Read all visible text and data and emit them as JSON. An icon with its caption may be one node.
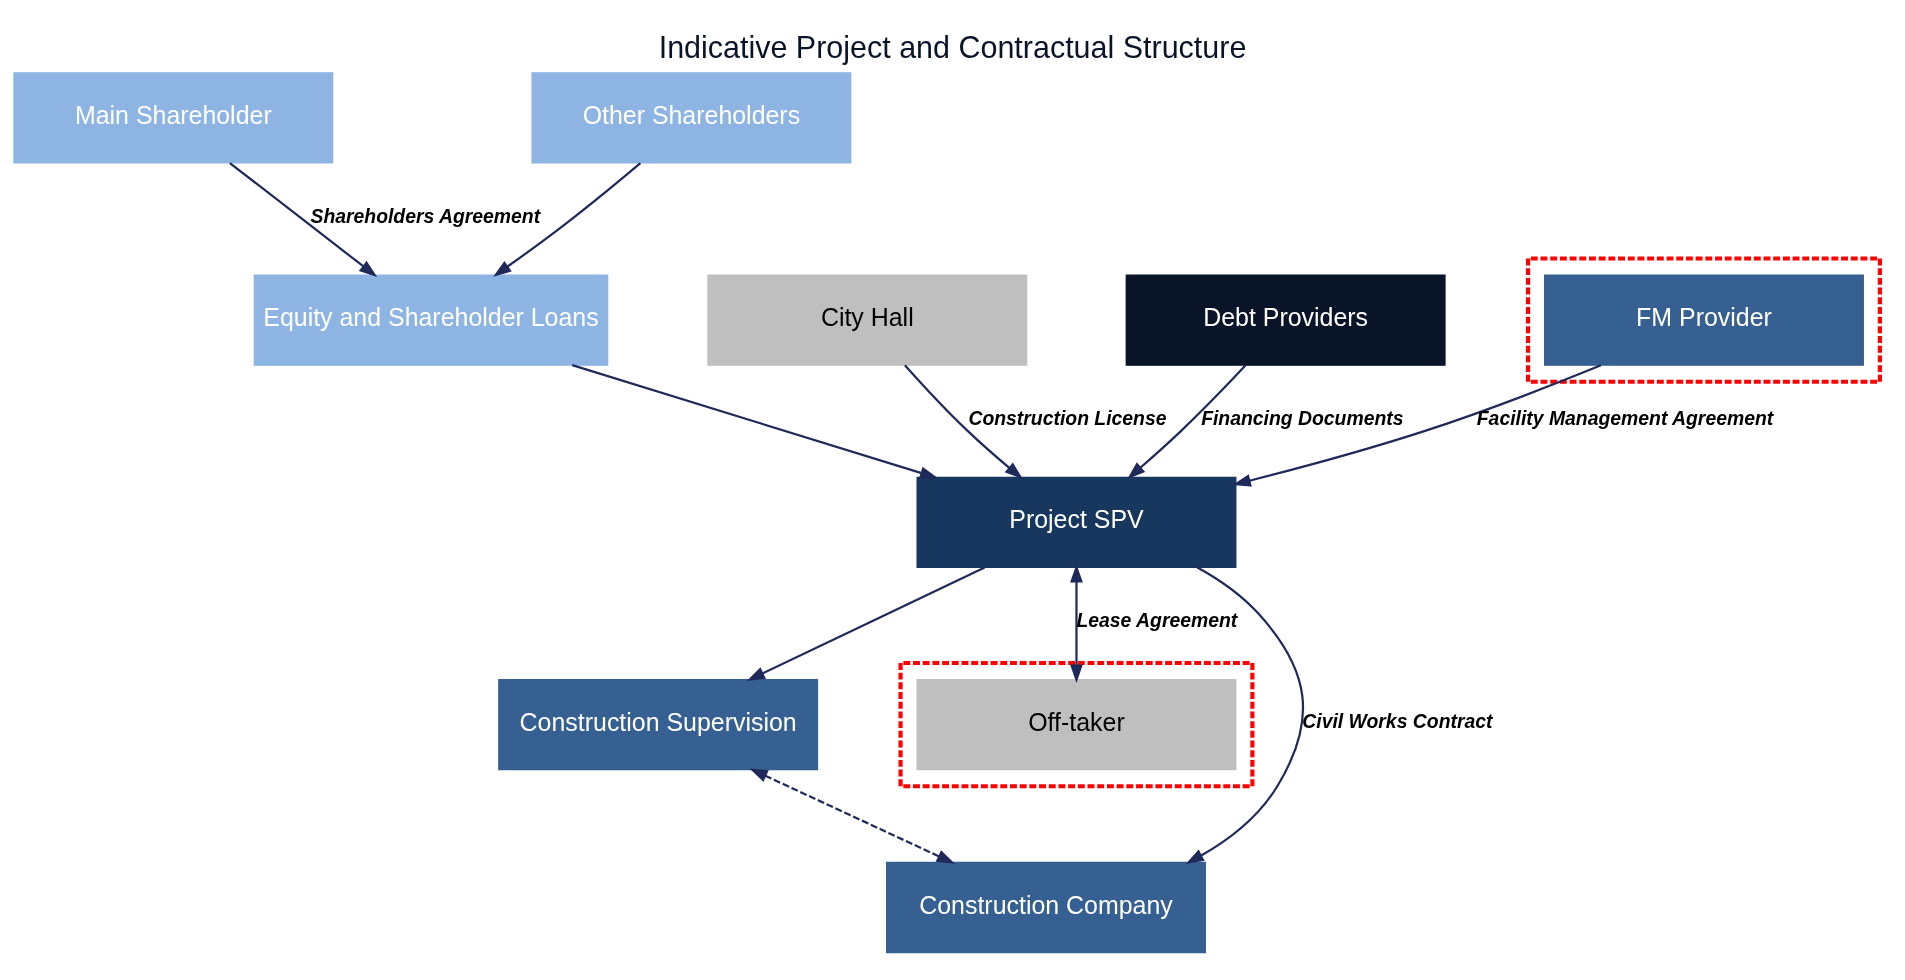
{
  "diagram": {
    "title": "Indicative Project and Contractual Structure",
    "nodes": [
      {
        "text": [
          "Main Shareholder"
        ]
      },
      {
        "text": [
          "Other Shareholders"
        ]
      },
      {
        "text": [
          "City Hall"
        ]
      },
      {
        "text": [
          "Equity and Shareholder Loans"
        ]
      },
      {
        "text": [
          "Construction Supervision"
        ]
      },
      {
        "text": [],
        "shape": "box"
      },
      {
        "text": [
          "Off-taker"
        ],
        "in": 5
      },
      {
        "text": [
          "Project SPV"
        ]
      },
      {
        "text": [
          "Construction Company"
        ]
      },
      {
        "text": [
          "Debt Providers"
        ]
      },
      {
        "text": [],
        "shape": "box"
      },
      {
        "text": [
          "FM Provider"
        ],
        "in": 10
      }
    ],
    "edges": [
      {
        "from": 0,
        "to": 3,
        "arrow": "to",
        "label": "Shareholders Agreement"
      },
      {
        "from": 1,
        "to": 3,
        "arrow": "to"
      },
      {
        "from": 2,
        "to": 7,
        "arrow": "to",
        "label": "Construction License"
      },
      {
        "from": 3,
        "to": 7,
        "arrow": "to"
      },
      {
        "from": 7,
        "to": 4,
        "arrow": "to"
      },
      {
        "from": 4,
        "to": 8,
        "arrow": "both",
        "style": "dashed"
      },
      {
        "from": 7,
        "to": 6,
        "arrow": "both",
        "label": "Lease Agreement"
      },
      {
        "from": 7,
        "to": 8,
        "arrow": "to",
        "label": "Civil Works Contract"
      },
      {
        "from": 9,
        "to": 7,
        "arrow": "to",
        "label": "Financing Documents"
      },
      {
        "from": 11,
        "to": 7,
        "arrow": "to",
        "label": "Facility Management Agreement"
      }
    ]
  }
}
